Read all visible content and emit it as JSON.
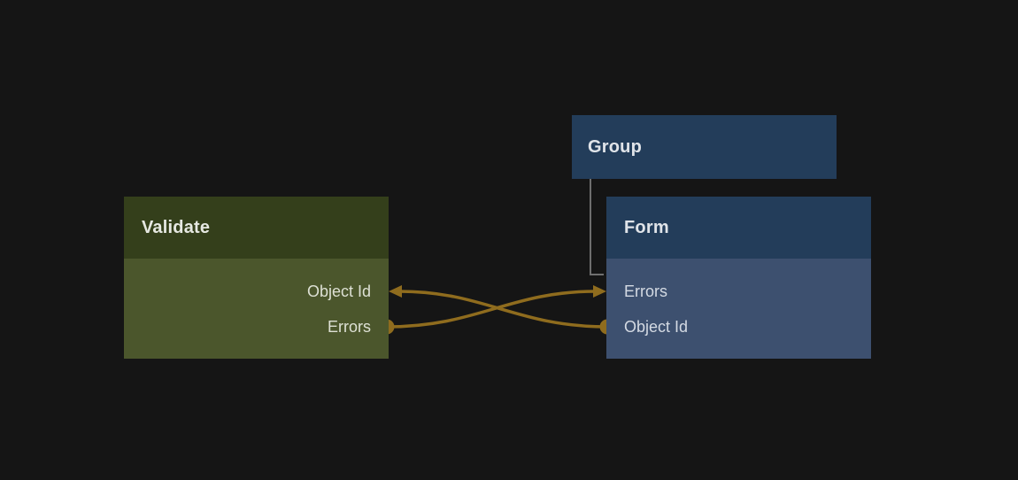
{
  "canvas": {
    "background": "#151515"
  },
  "nodes": {
    "validate": {
      "title": "Validate",
      "header_color": "#343f1b",
      "body_color": "#4b562c",
      "title_color": "#e6e8e2",
      "label_color": "#dde0d4",
      "ports": [
        {
          "label": "Object Id",
          "direction": "input",
          "marker": "arrow"
        },
        {
          "label": "Errors",
          "direction": "output",
          "marker": "dot"
        }
      ]
    },
    "group": {
      "title": "Group",
      "header_color": "#233d5a",
      "title_color": "#e0e4e9"
    },
    "form": {
      "title": "Form",
      "header_color": "#233d5a",
      "body_color": "#3d506f",
      "title_color": "#e0e4e9",
      "label_color": "#d4dae3",
      "ports": [
        {
          "label": "Errors",
          "direction": "input",
          "marker": "arrow"
        },
        {
          "label": "Object Id",
          "direction": "output",
          "marker": "dot"
        }
      ]
    }
  },
  "connections": {
    "wire_color": "#8f6c1e",
    "parent_link_color": "#6f6f6f",
    "items": [
      {
        "from": "Validate.Errors",
        "to": "Form.Errors",
        "type": "data-wire"
      },
      {
        "from": "Form.Object Id",
        "to": "Validate.Object Id",
        "type": "data-wire"
      },
      {
        "from": "Group",
        "to": "Form",
        "type": "parent-child"
      }
    ]
  }
}
